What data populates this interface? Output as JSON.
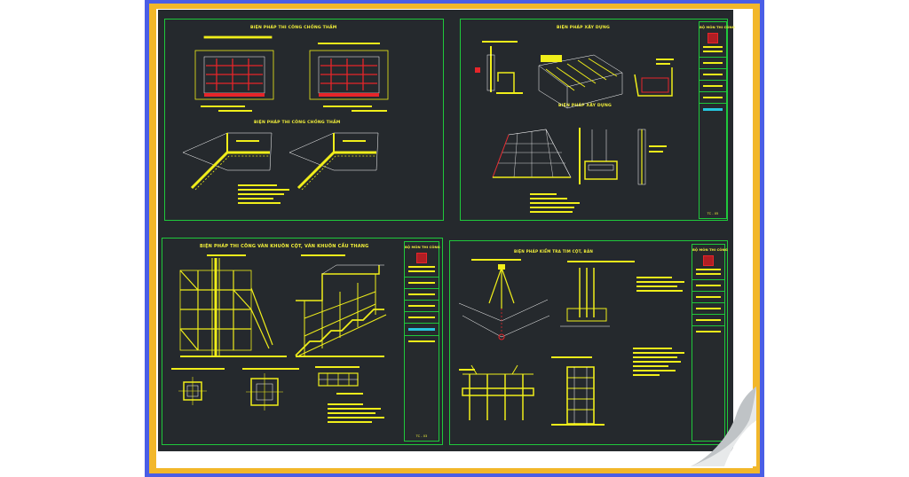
{
  "sheet": {
    "panels": [
      {
        "id": "top-left",
        "title": "BIỆN PHÁP THI CÔNG CHỐNG THẤM",
        "sub_title": "BIỆN PHÁP THI CÔNG CHỐNG THẤM"
      },
      {
        "id": "top-right",
        "title": "BIỆN PHÁP XÂY DỰNG",
        "sub_title": "BIỆN PHÁP XÂY DỰNG",
        "title_block": {
          "header": "BỘ MÔN THI CÔNG",
          "sheet_no": "TC - 05"
        }
      },
      {
        "id": "bottom-left",
        "title": "BIỆN PHÁP THI CÔNG VÁN KHUÔN CỘT, VÁN KHUÔN CẦU THANG",
        "title_block": {
          "header": "BỘ MÔN THI CÔNG",
          "sheet_no": "TC - 03"
        }
      },
      {
        "id": "bottom-right",
        "title": "BIỆN PHÁP KIỂM TRA TIM CỘT, BẢN",
        "title_block": {
          "header": "BỘ MÔN THI CÔNG"
        }
      }
    ]
  },
  "colors": {
    "sheet_bg": "#25292d",
    "panel_border": "#1fc83b",
    "cad_yellow": "#f0ee1a",
    "cad_red": "#e6252a",
    "cad_cyan": "#26c6de",
    "frame_blue": "#4a5ee6",
    "frame_gold": "#f2b72a"
  }
}
